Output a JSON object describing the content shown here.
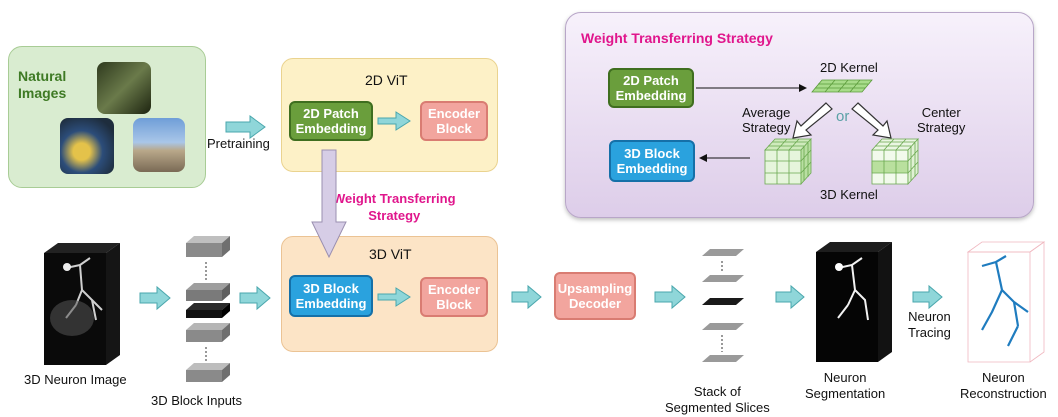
{
  "natural_images": {
    "label": "Natural\nImages",
    "pretraining": "Pretraining"
  },
  "vit2d": {
    "title": "2D ViT",
    "patch_embedding": "2D Patch\nEmbedding",
    "encoder": "Encoder\nBlock"
  },
  "transfer": {
    "label": "Weight Transferring\nStrategy"
  },
  "vit3d": {
    "title": "3D ViT",
    "block_embedding": "3D Block\nEmbedding",
    "encoder": "Encoder\nBlock"
  },
  "decoder": {
    "label": "Upsampling\nDecoder"
  },
  "pipeline": {
    "input_image": "3D Neuron Image",
    "block_inputs": "3D Block Inputs",
    "slices": "Stack of\nSegmented Slices",
    "segmentation": "Neuron\nSegmentation",
    "tracing": "Neuron\nTracing",
    "reconstruction": "Neuron\nReconstruction"
  },
  "strategy_panel": {
    "title": "Weight Transferring Strategy",
    "patch_embedding": "2D Patch\nEmbedding",
    "kernel2d": "2D Kernel",
    "average": "Average\nStrategy",
    "or": "or",
    "center": "Center\nStrategy",
    "block_embedding": "3D Block\nEmbedding",
    "kernel3d": "3D Kernel"
  },
  "colors": {
    "accent_magenta": "#e0168c",
    "arrow_teal": "#6ec9cf",
    "green": "#6a9e3c",
    "pink": "#f2a59e",
    "blue": "#2aa2de"
  }
}
